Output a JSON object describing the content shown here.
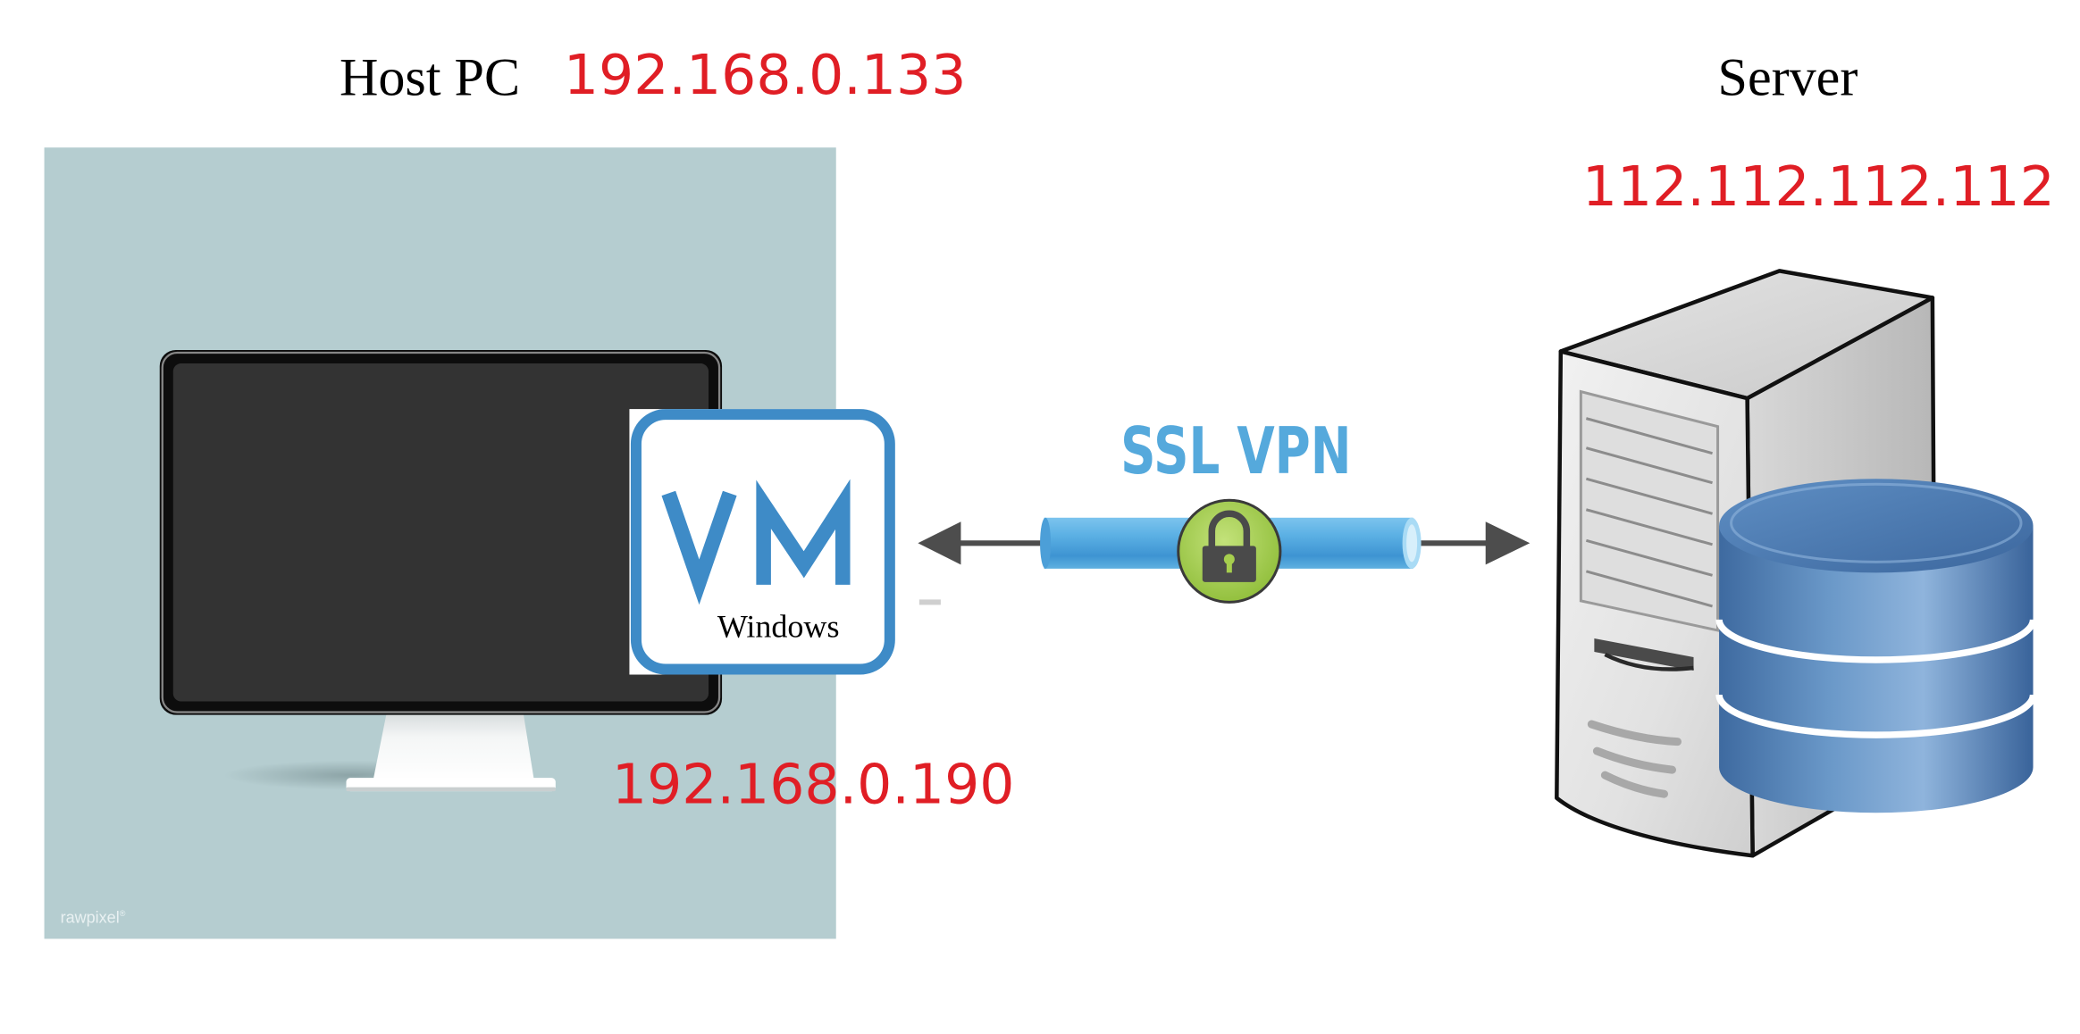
{
  "host": {
    "label": "Host PC",
    "ip": "192.168.0.133"
  },
  "vm": {
    "badge_text": "VM",
    "os_label": "Windows",
    "ip": "192.168.0.190"
  },
  "vpn": {
    "label": "SSL VPN"
  },
  "server": {
    "label": "Server",
    "ip": "112.112.112.112"
  },
  "watermark": {
    "text": "rawpixel",
    "mark": "®"
  },
  "colors": {
    "ip_text": "#e01e25",
    "host_tile": "#b5cdd0",
    "vm_blue": "#3e8bc7",
    "vpn_blue": "#55a9dc",
    "lock_green": "#a6ce4e",
    "db_blue": "#5a86b8"
  },
  "icons": {
    "host": "desktop-monitor-icon",
    "vm": "virtual-machine-icon",
    "vpn": "padlock-icon",
    "server": "server-tower-icon",
    "database": "database-icon"
  }
}
